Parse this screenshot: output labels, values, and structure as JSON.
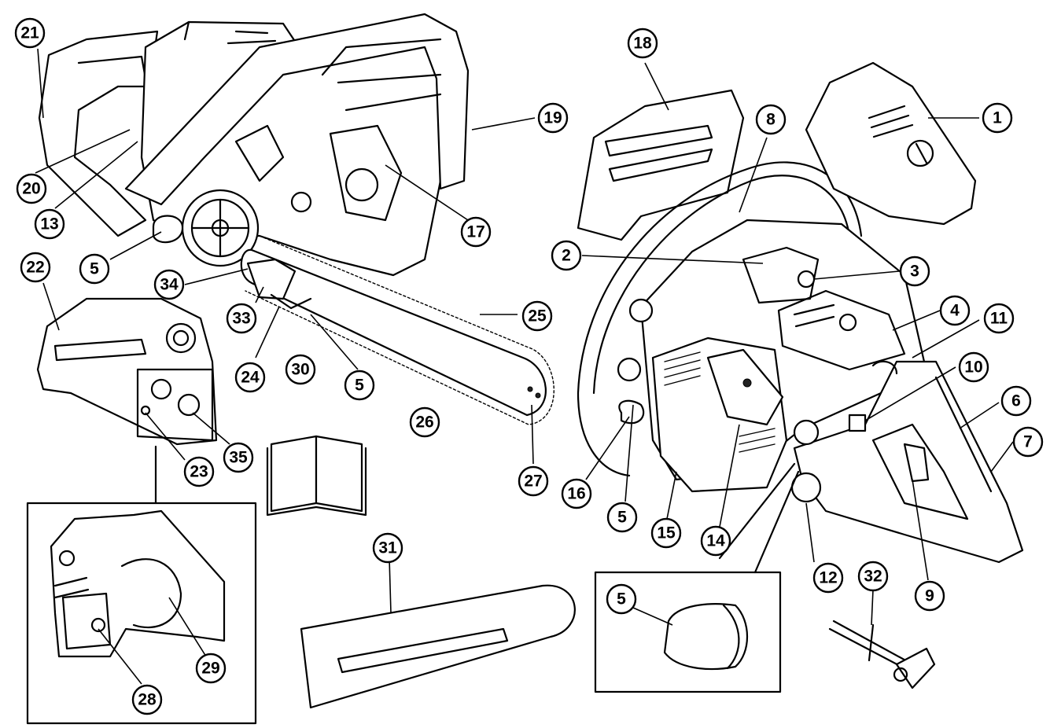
{
  "callouts": [
    {
      "id": "c21",
      "label": "21"
    },
    {
      "id": "c20",
      "label": "20"
    },
    {
      "id": "c13",
      "label": "13"
    },
    {
      "id": "c5a",
      "label": "5"
    },
    {
      "id": "c22",
      "label": "22"
    },
    {
      "id": "c34",
      "label": "34"
    },
    {
      "id": "c33",
      "label": "33"
    },
    {
      "id": "c24",
      "label": "24"
    },
    {
      "id": "c30",
      "label": "30"
    },
    {
      "id": "c5b",
      "label": "5"
    },
    {
      "id": "c26",
      "label": "26"
    },
    {
      "id": "c25",
      "label": "25"
    },
    {
      "id": "c27",
      "label": "27"
    },
    {
      "id": "c23",
      "label": "23"
    },
    {
      "id": "c35",
      "label": "35"
    },
    {
      "id": "c17",
      "label": "17"
    },
    {
      "id": "c19",
      "label": "19"
    },
    {
      "id": "c18",
      "label": "18"
    },
    {
      "id": "c8",
      "label": "8"
    },
    {
      "id": "c1",
      "label": "1"
    },
    {
      "id": "c2",
      "label": "2"
    },
    {
      "id": "c3",
      "label": "3"
    },
    {
      "id": "c4",
      "label": "4"
    },
    {
      "id": "c11",
      "label": "11"
    },
    {
      "id": "c10",
      "label": "10"
    },
    {
      "id": "c6",
      "label": "6"
    },
    {
      "id": "c7",
      "label": "7"
    },
    {
      "id": "c16",
      "label": "16"
    },
    {
      "id": "c5c",
      "label": "5"
    },
    {
      "id": "c15",
      "label": "15"
    },
    {
      "id": "c14",
      "label": "14"
    },
    {
      "id": "c12",
      "label": "12"
    },
    {
      "id": "c9",
      "label": "9"
    },
    {
      "id": "c32",
      "label": "32"
    },
    {
      "id": "c5d",
      "label": "5"
    },
    {
      "id": "c31",
      "label": "31"
    },
    {
      "id": "c29",
      "label": "29"
    },
    {
      "id": "c28",
      "label": "28"
    }
  ]
}
